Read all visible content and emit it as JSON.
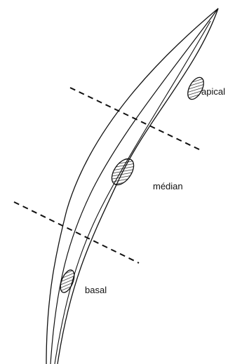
{
  "labels": {
    "apical": "apical",
    "median": "médian",
    "basal": "basal"
  },
  "colors": {
    "line": "#111111",
    "background": "#ffffff"
  }
}
